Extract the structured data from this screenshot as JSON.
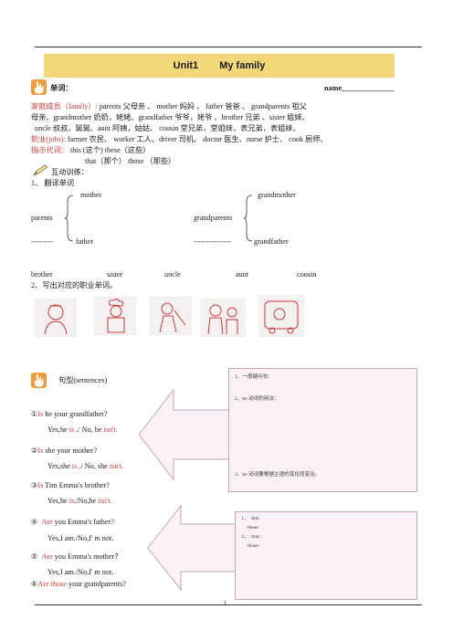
{
  "title": {
    "unit": "Unit1",
    "name": "My family"
  },
  "header": {
    "words_label": "单词：",
    "name_label": "name",
    "name_blank": "______________"
  },
  "vocab": {
    "family_label": "家庭成员（family）:",
    "family_line1": "parents 父母亲 、   mother 妈妈 、   father 爸爸 、   grandparents 祖父",
    "family_line2": "母亲、grandmother 奶奶，姥姥、grandfather 爷爷，姥爷 、brother 兄弟 、sister 姐妹、",
    "family_line3": "uncle 叔叔，舅舅、aunt 阿姨，姑姑、    cousin 堂兄弟，堂姐妹，表兄弟，表姐妹、",
    "jobs_label": "职业(jobs):",
    "jobs_text": "farmer 农民、    worker 工人、driver 司机、  doctor 医生、nurse 护士、   cook 厨师、",
    "pron_label": "指示代词：",
    "pron_line1": "this (这个)       these（这些）",
    "pron_line2": "that（那个）    those （那些）"
  },
  "practice": {
    "label": "互动训练：",
    "item1": "1、  翻译单词",
    "mother": "mother",
    "grandmother": "grandmother",
    "parents": "parents",
    "grandparents": "grandparents",
    "dash1": "---------",
    "father": "father",
    "dash2": "---------------",
    "grandfather": "grandfather",
    "words": [
      "brother",
      "sister",
      "uncle",
      "aunt",
      "cousin"
    ],
    "item2": "2、写出对应的职业单词。"
  },
  "sentences": {
    "label": "句型(sentences)",
    "items": [
      {
        "num": "①",
        "q_red": "Is",
        "q_rest": " he your grandfather?",
        "a_pre": "Yes,he ",
        "a_red1": "is",
        "a_mid": " ./ No, he ",
        "a_red2": "isn't."
      },
      {
        "num": "②",
        "q_red": "Is",
        "q_rest": " she your mother?",
        "a_pre": "Yes,she ",
        "a_red1": "is",
        "a_mid": " ./ No, she ",
        "a_red2": "isn't."
      },
      {
        "num": "③",
        "q_red": "Is",
        "q_rest": " Tim Emma's brother?",
        "a_pre": "Yes,he ",
        "a_red1": "is",
        "a_mid": "./No,he ",
        "a_red2": "isn't."
      },
      {
        "num": "④",
        "q_red": "Are",
        "q_rest": " you Emma's father?",
        "a_pre": "Yes,I am./No,I' m not.",
        "a_red1": "",
        "a_mid": "",
        "a_red2": ""
      },
      {
        "num": "⑤",
        "q_red": "Are",
        "q_rest": " you Emma's mother？",
        "a_pre": "Yes,I am./No,I' m not.",
        "a_red1": "",
        "a_mid": "",
        "a_red2": ""
      },
      {
        "num": "⑥",
        "q_red": "Are those",
        "q_rest": " your grandparents?",
        "a_pre": "",
        "a_red1": "",
        "a_mid": "",
        "a_red2": ""
      }
    ]
  },
  "notes": {
    "box1": [
      "1、一般疑问句:",
      "2、be 动词的用法：",
      "3、be  动词要根据主语的变化而变化。"
    ],
    "box2": [
      "1、  this:",
      "     these:",
      "2、  that:",
      "     those:"
    ]
  },
  "page_number": "1",
  "colors": {
    "title_band": "#f3d879",
    "icon": "#f29b3a",
    "red": "#d13a3a",
    "note_bg": "#fbf2f7"
  }
}
